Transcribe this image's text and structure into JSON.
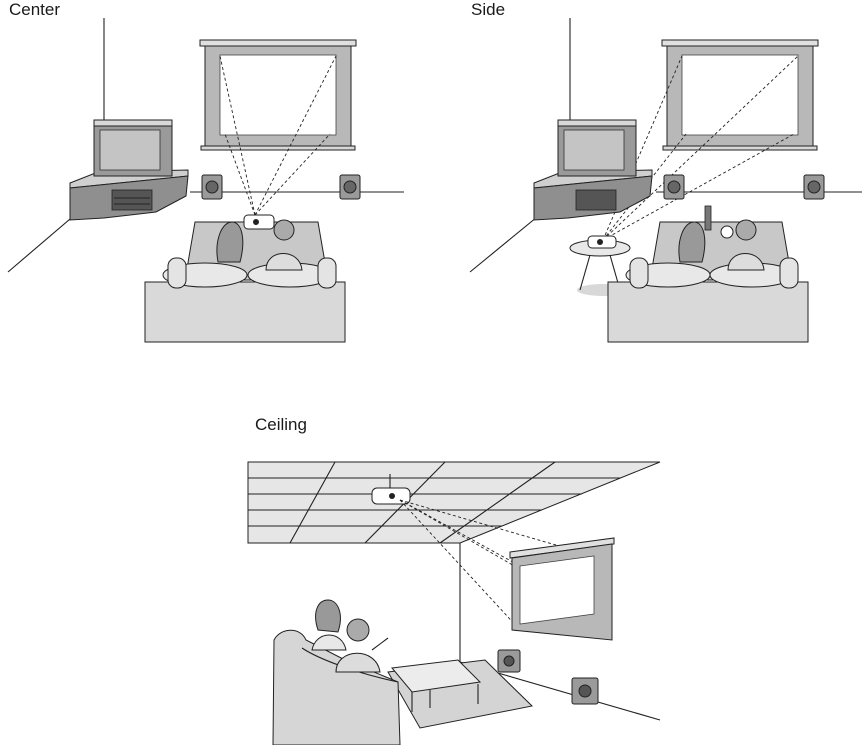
{
  "labels": {
    "center": "Center",
    "side": "Side",
    "ceiling": "Ceiling"
  }
}
